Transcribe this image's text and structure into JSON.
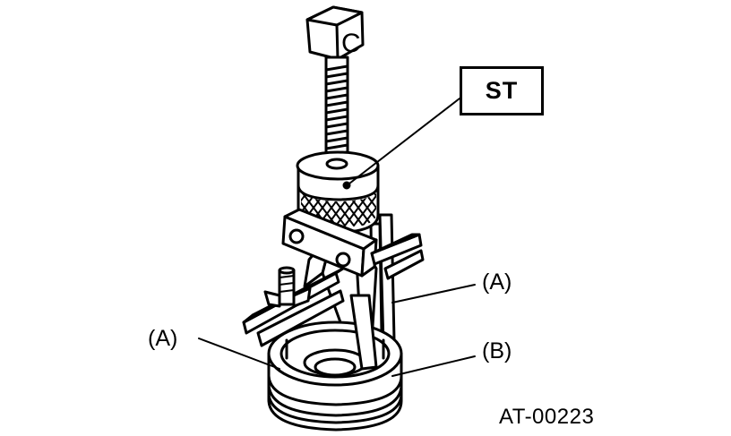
{
  "labels": {
    "st": "ST",
    "a_right": "(A)",
    "a_left": "(A)",
    "b": "(B)",
    "bolt_mark": "C"
  },
  "figure_id": "AT-00223"
}
